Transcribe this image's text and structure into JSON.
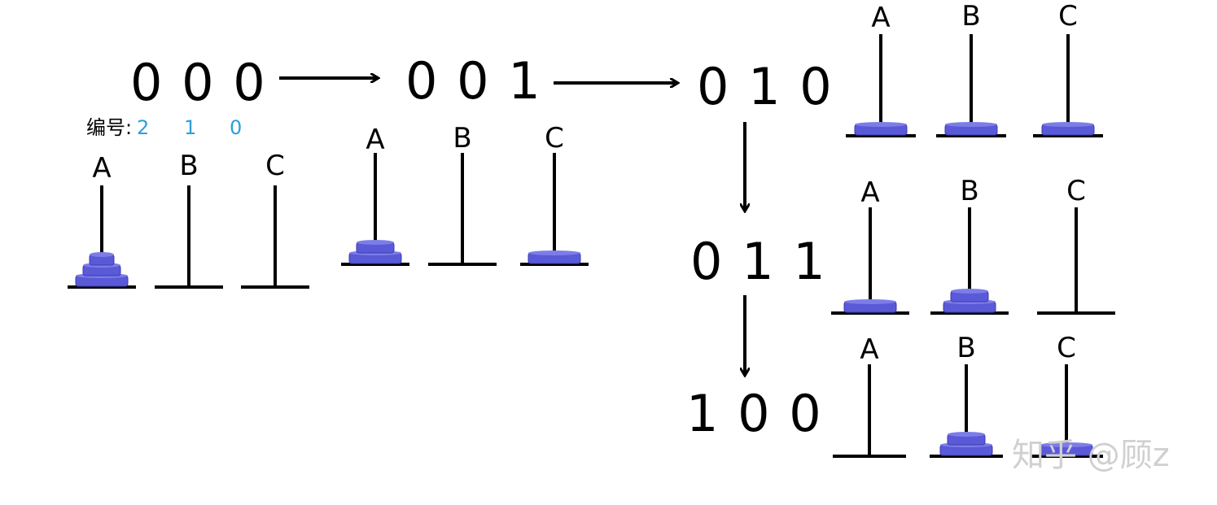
{
  "states": [
    {
      "id": "s000",
      "label": "0 0 0",
      "pegs": [
        {
          "name": "A",
          "disks": 3
        },
        {
          "name": "B",
          "disks": 0
        },
        {
          "name": "C",
          "disks": 0
        }
      ]
    },
    {
      "id": "s001",
      "label": "0 0 1",
      "pegs": [
        {
          "name": "A",
          "disks": 2
        },
        {
          "name": "B",
          "disks": 0
        },
        {
          "name": "C",
          "disks": 1
        }
      ]
    },
    {
      "id": "s010",
      "label": "0 1 0",
      "pegs": [
        {
          "name": "A",
          "disks": 1
        },
        {
          "name": "B",
          "disks": 1
        },
        {
          "name": "C",
          "disks": 1
        }
      ]
    },
    {
      "id": "s011",
      "label": "0 1 1",
      "pegs": [
        {
          "name": "A",
          "disks": 1
        },
        {
          "name": "B",
          "disks": 2
        },
        {
          "name": "C",
          "disks": 0
        }
      ]
    },
    {
      "id": "s100",
      "label": "1 0 0",
      "pegs": [
        {
          "name": "A",
          "disks": 0
        },
        {
          "name": "B",
          "disks": 2
        },
        {
          "name": "C",
          "disks": 1
        }
      ]
    }
  ],
  "index_label": "编号:",
  "index_numbers": [
    "2",
    "1",
    "0"
  ],
  "watermark": "知乎 @顾z",
  "colors": {
    "disk": "#5a5ad8",
    "disk_dark": "#3b3bb0",
    "disk_light": "#7d7de8",
    "index_number": "#2aa0d8"
  }
}
